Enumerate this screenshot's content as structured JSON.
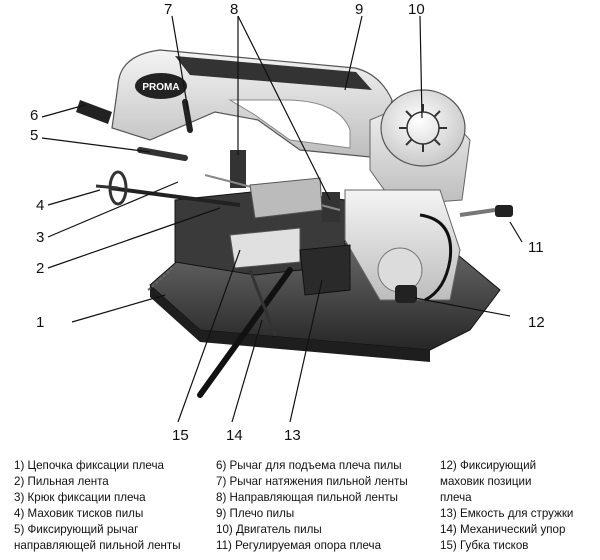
{
  "brand_logo": "PROMA",
  "callouts": [
    "1",
    "2",
    "3",
    "4",
    "5",
    "6",
    "7",
    "8",
    "9",
    "10",
    "11",
    "12",
    "13",
    "14",
    "15"
  ],
  "legend": {
    "col1": [
      "1) Цепочка фиксации плеча",
      "2) Пильная лента",
      "3) Крюк фиксации плеча",
      "4) Маховик тисков пилы",
      "5) Фиксирующий рычаг",
      "направляющей пильной ленты"
    ],
    "col2": [
      "6) Рычаг для подъема плеча пилы",
      "7) Рычаг натяжения пильной ленты",
      "8) Направляющая пильной ленты",
      "9) Плечо пилы",
      "10) Двигатель пилы",
      "11) Регулируемая опора плеча"
    ],
    "col3": [
      "12) Фиксирующий",
      "маховик позиции",
      "плеча",
      "13) Емкость для стружки",
      "14) Механический упор",
      "15) Губка тисков"
    ]
  }
}
